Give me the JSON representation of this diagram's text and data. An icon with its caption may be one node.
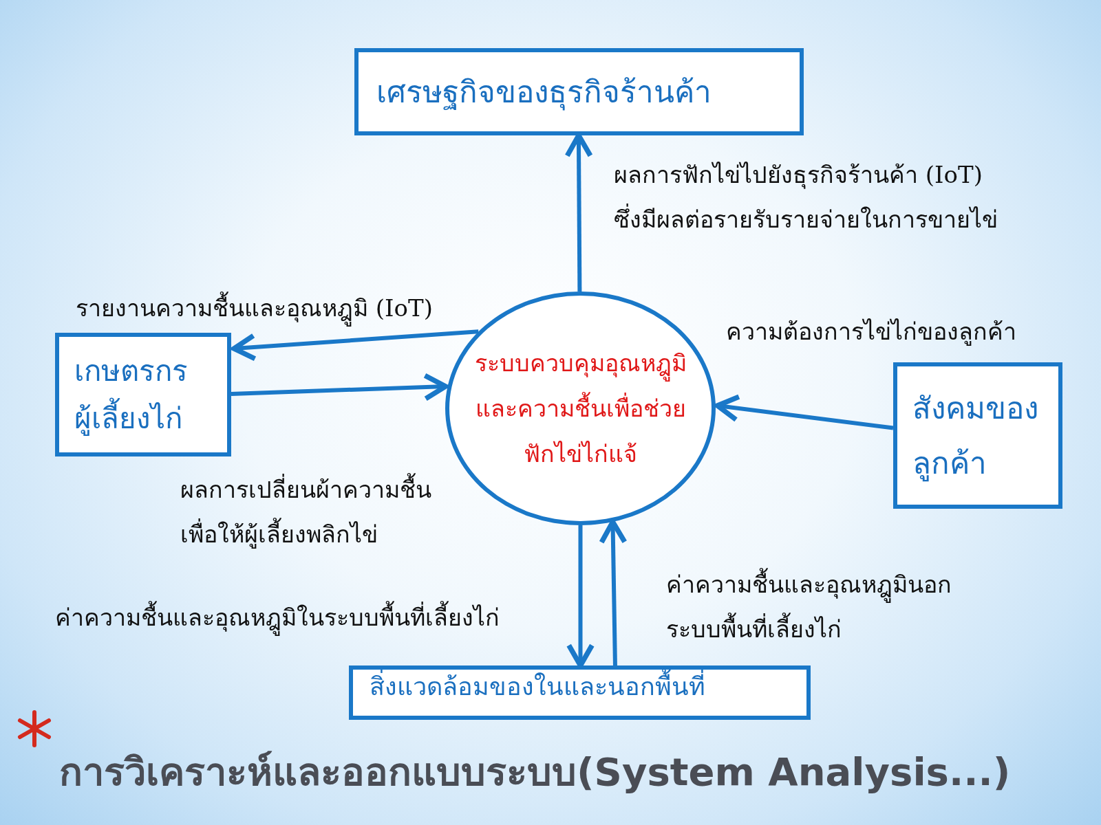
{
  "diagram": {
    "title": "การวิเคราะห์และออกแบบระบบ(System Analysis...)",
    "nodes": [
      {
        "text": [
          "เศรษฐกิจของธุรกิจร้านค้า"
        ]
      },
      {
        "text": [
          "เกษตรกร ผู้เลี้ยงไก่"
        ]
      },
      {
        "text": [
          "ระบบควบคุมอุณหฎูมิและความชื้นเพื่อช่วยฟักไข่ไก่แจ้"
        ]
      },
      {
        "text": [
          "สังคมของ ลูกค้า"
        ]
      },
      {
        "text": [
          "สิ่งแวดล้อมของในและนอกพื้นที่"
        ]
      }
    ],
    "edges": [
      {
        "from": 2,
        "to": 0,
        "arrow": "to",
        "label": "ผลการฟักไข่ไปยังธุรกิจร้านค้า (IoT) ซึ่งมีผลต่อรายรับรายจ่ายในการขายไข่"
      },
      {
        "from": 2,
        "to": 1,
        "arrow": "to",
        "label": "รายงานความชื้นและอุณหฎูมิ (IoT)"
      },
      {
        "from": 1,
        "to": 2,
        "arrow": "to",
        "label": "ผลการเปลี่ยนผ้าความชื้นเพื่อให้ผู้เลี้ยงพลิกไข่"
      },
      {
        "from": 3,
        "to": 2,
        "arrow": "to",
        "label": "ความต้องการไข่ไก่ของลูกค้า"
      },
      {
        "from": 2,
        "to": 4,
        "arrow": "to",
        "label": "ค่าความชื้นและอุณหฎูมิในระบบพื้นที่เลี้ยงไก่"
      },
      {
        "from": 4,
        "to": 2,
        "arrow": "to",
        "label": "ค่าความชื้นและอุณหฎูมินอกระบบพื้นที่เลี้ยงไก่"
      }
    ]
  }
}
